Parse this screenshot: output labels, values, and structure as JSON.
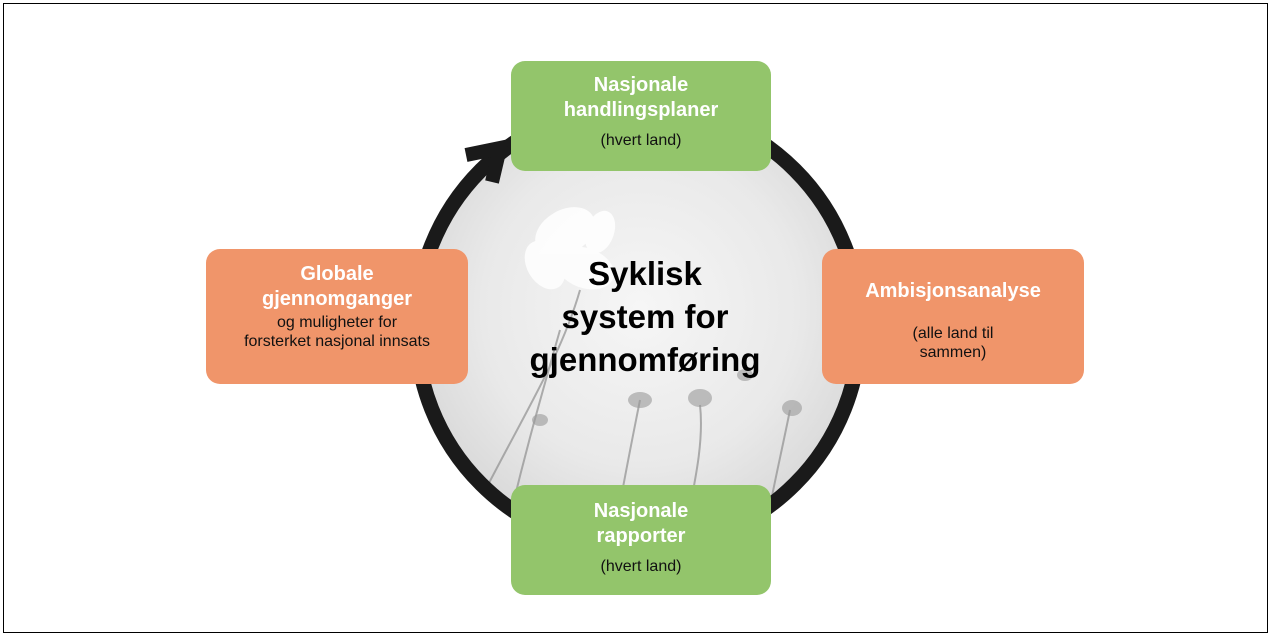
{
  "center": {
    "title_lines": [
      "Syklisk",
      "system for",
      "gjennomføring"
    ]
  },
  "nodes": {
    "top": {
      "title_lines": [
        "Nasjonale",
        "handlingsplaner"
      ],
      "sub_lines": [
        "(hvert land)"
      ]
    },
    "right": {
      "title_lines": [
        "Ambisjonsanalyse"
      ],
      "sub_lines": [
        "(alle land til",
        "sammen)"
      ]
    },
    "bottom": {
      "title_lines": [
        "Nasjonale",
        "rapporter"
      ],
      "sub_lines": [
        "(hvert land)"
      ]
    },
    "left": {
      "title_lines": [
        "Globale",
        "gjennomganger"
      ],
      "sub_lines": [
        "og muligheter for",
        "forsterket nasjonal innsats"
      ]
    }
  },
  "colors": {
    "green": "#93c56b",
    "orange": "#f0956a",
    "ring": "#1a1a1a",
    "frame": "#000000"
  },
  "icons": {
    "background": "flower-photo",
    "arrow": "cycle-arrowhead"
  }
}
